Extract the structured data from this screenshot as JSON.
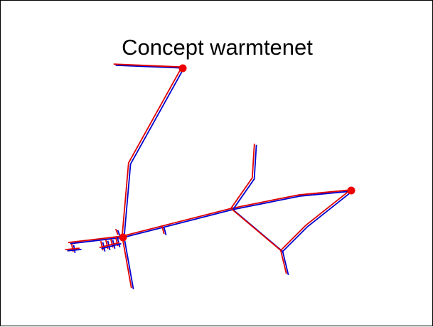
{
  "slide": {
    "title": "Concept warmtenet"
  },
  "colors": {
    "supply_pipe": "#e00000",
    "return_pipe": "#0000d0",
    "node": "#ee0000",
    "border": "#000000",
    "background": "#ffffff"
  },
  "legend": {
    "pipe_pair": "red/blue double line",
    "node_marker": "red dot"
  }
}
